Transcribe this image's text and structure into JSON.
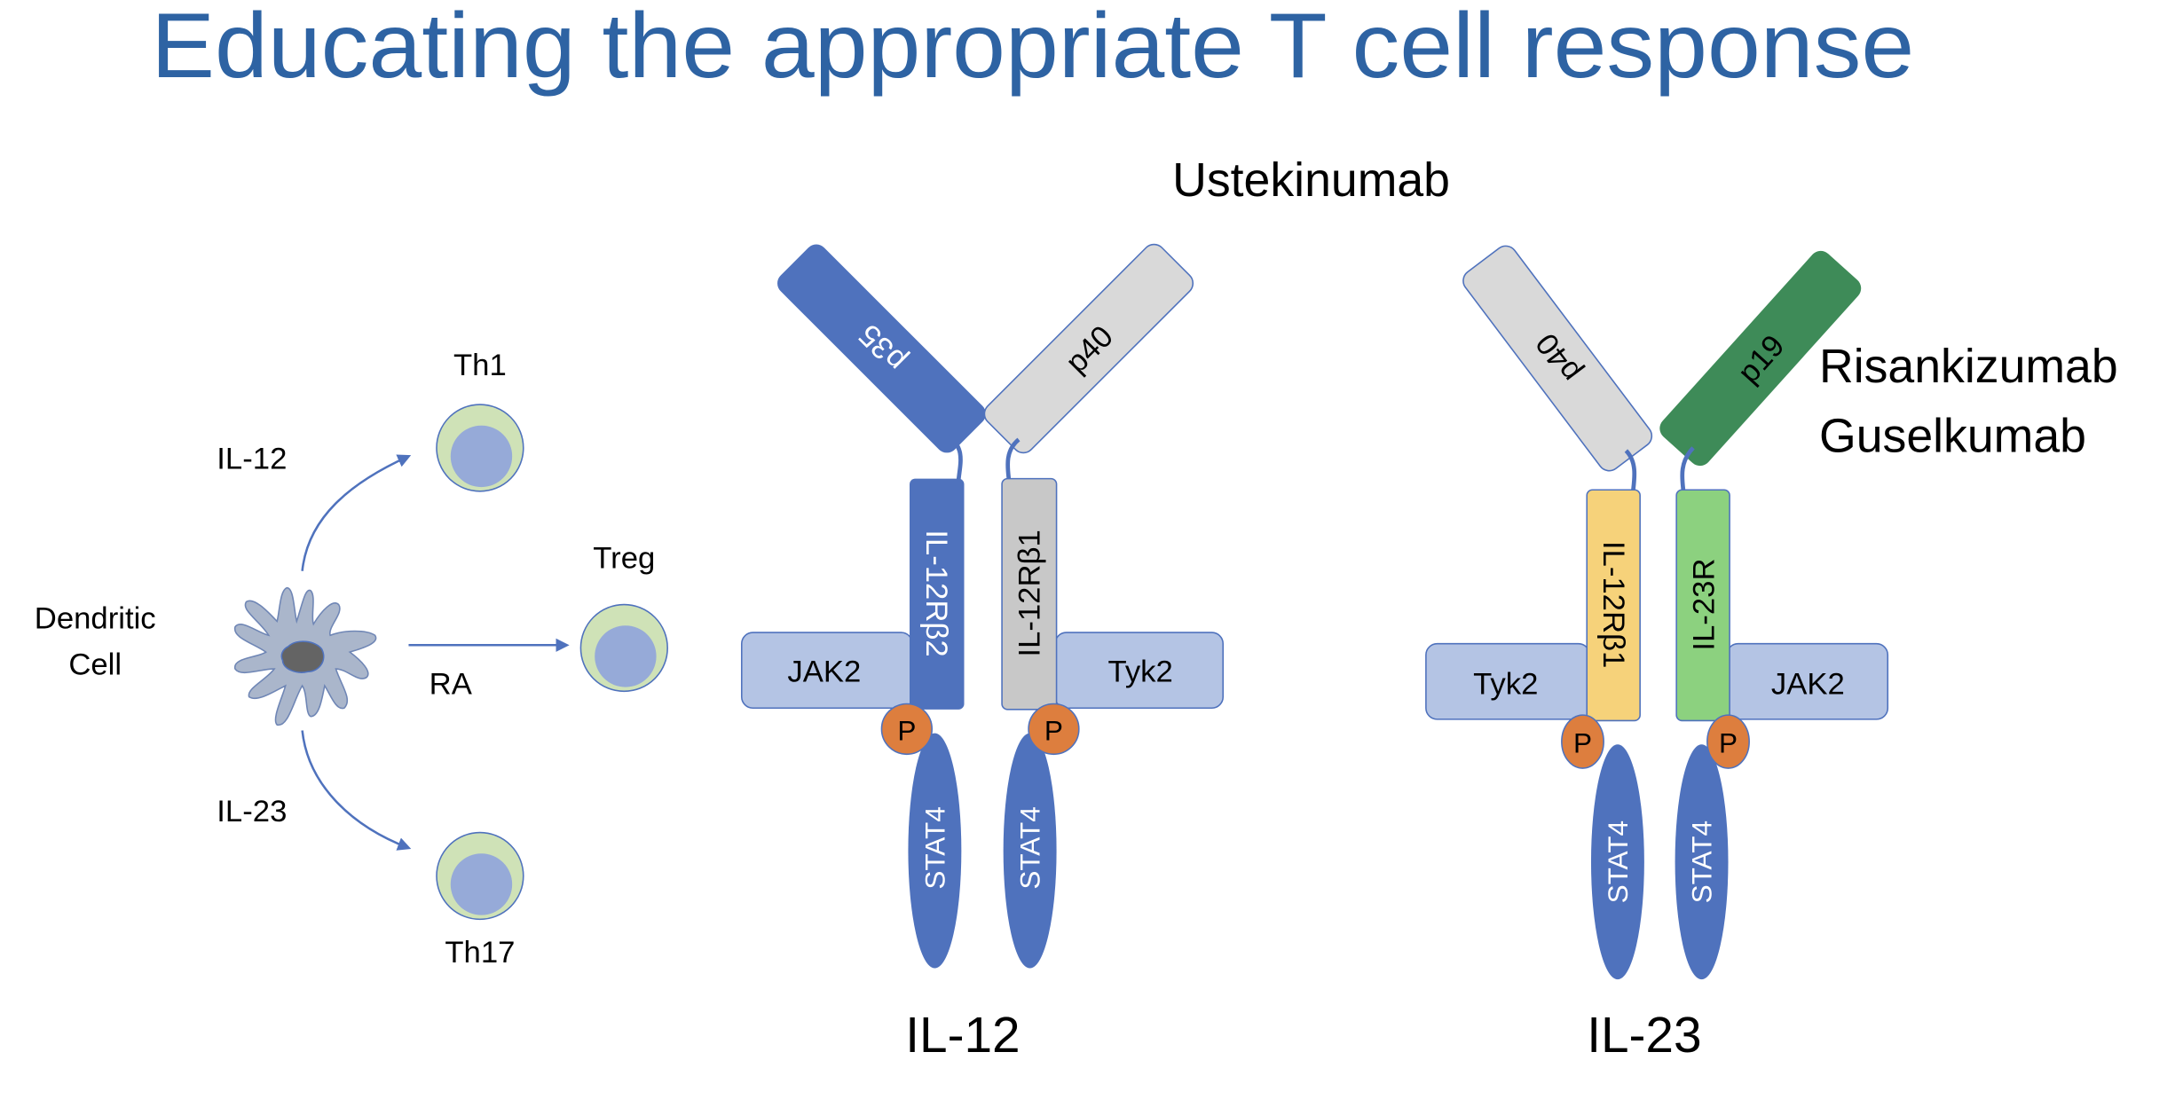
{
  "title": "Educating the appropriate T cell response",
  "colors": {
    "title": "#2e63a3",
    "receptor_blue": "#4f72bd",
    "p40_gray": "#d9d9d9",
    "receptor_gray": "#c8c8c8",
    "kinase": "#b4c4e4",
    "phospho": "#dd7e3e",
    "p19_green": "#3e8b58",
    "il23r_green": "#8cd17f",
    "il12rb1_yellow": "#f6d27a",
    "tcell_outer": "#cfe2b7",
    "tcell_inner": "#96aad8",
    "dc_body": "#aab6cb",
    "dc_nucleus": "#646464"
  },
  "left_panel": {
    "dendritic_cell_label": [
      "Dendritic",
      "Cell"
    ],
    "pathways": [
      {
        "signal": "IL-12",
        "target": "Th1"
      },
      {
        "signal": "RA",
        "target": "Treg"
      },
      {
        "signal": "IL-23",
        "target": "Th17"
      }
    ]
  },
  "il12_complex": {
    "drug": "Ustekinumab",
    "name": "IL-12",
    "subunits": [
      "p35",
      "p40"
    ],
    "receptors": [
      "IL-12Rβ2",
      "IL-12Rβ1"
    ],
    "kinases": [
      "JAK2",
      "Tyk2"
    ],
    "phospho": [
      "P",
      "P"
    ],
    "stats": [
      "STAT4",
      "STAT4"
    ]
  },
  "il23_complex": {
    "drugs": [
      "Risankizumab",
      "Guselkumab"
    ],
    "name": "IL-23",
    "subunits": [
      "p40",
      "p19"
    ],
    "receptors": [
      "IL-12Rβ1",
      "IL-23R"
    ],
    "kinases": [
      "Tyk2",
      "JAK2"
    ],
    "phospho": [
      "P",
      "P"
    ],
    "stats": [
      "STAT4",
      "STAT4"
    ]
  }
}
